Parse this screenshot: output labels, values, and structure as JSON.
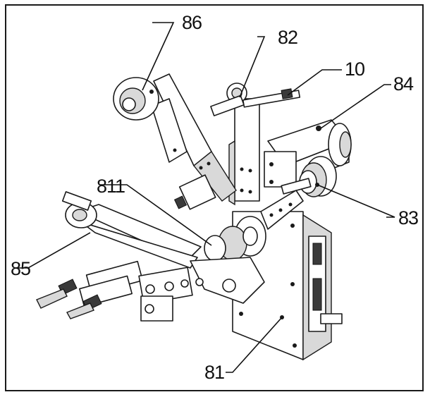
{
  "labels": {
    "l86": "86",
    "l82": "82",
    "l10": "10",
    "l84": "84",
    "l811": "811",
    "l85": "85",
    "l83": "83",
    "l81": "81"
  }
}
